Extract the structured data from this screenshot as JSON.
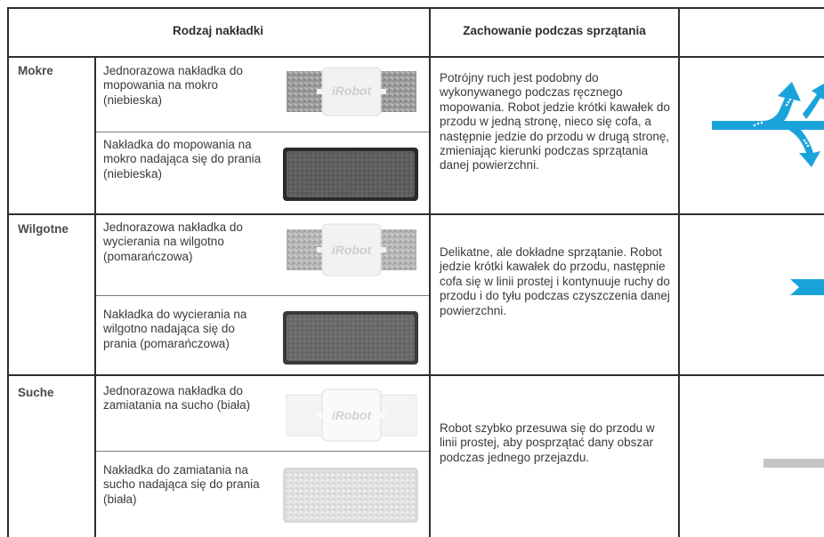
{
  "header": {
    "pad_type": "Rodzaj nakładki",
    "behavior": "Zachowanie podczas sprzątania"
  },
  "rows": [
    {
      "category": "Mokre",
      "pads": [
        {
          "label": "Jednorazowa nakładka do mopowania na mokro (niebieska)",
          "image": "disposable-wet-pad",
          "brand": "iRobot"
        },
        {
          "label": "Nakładka do mopowania na mokro nadająca  się do prania (niebieska)",
          "image": "washable-wet-pad"
        }
      ],
      "behavior": "Potrójny ruch jest podobny do wykonywanego podczas ręcznego mopowania. Robot jedzie krótki kawałek  do przodu w jedną stronę, nieco się cofa, a następnie jedzie do przodu w drugą stronę, zmieniając kierunki podczas sprzątania danej powierzchni.",
      "pattern_icon": "triple-pass-arrows-icon"
    },
    {
      "category": "Wilgotne",
      "pads": [
        {
          "label": "Jednorazowa nakładka do wycierania na wilgotno (pomarańczowa)",
          "image": "disposable-damp-pad",
          "brand": "iRobot"
        },
        {
          "label": "Nakładka do wycierania na wilgotno nadająca się do prania (pomarańczowa)",
          "image": "washable-damp-pad"
        }
      ],
      "behavior": "Delikatne, ale dokładne sprzątanie. Robot jedzie krótki kawałek do przodu, następnie cofa się w linii prostej i kontynuuje ruchy do przodu i do tyłu podczas czyszczenia danej powierzchni.",
      "pattern_icon": "back-and-forth-arrow-icon"
    },
    {
      "category": "Suche",
      "pads": [
        {
          "label": "Jednorazowa nakładka do zamiatania na sucho (biała)",
          "image": "disposable-dry-pad",
          "brand": "iRobot"
        },
        {
          "label": "Nakładka do zamiatania na sucho nadająca się do prania (biała)",
          "image": "washable-dry-pad"
        }
      ],
      "behavior": "Robot szybko przesuwa się do przodu w linii prostej, aby posprzątać dany obszar podczas jednego przejazdu.",
      "pattern_icon": "single-pass-bar-icon"
    }
  ],
  "colors": {
    "grid": "#2e2e2e",
    "arrow_blue": "#1aa3db",
    "dry_bar": "#c4c4c4"
  }
}
